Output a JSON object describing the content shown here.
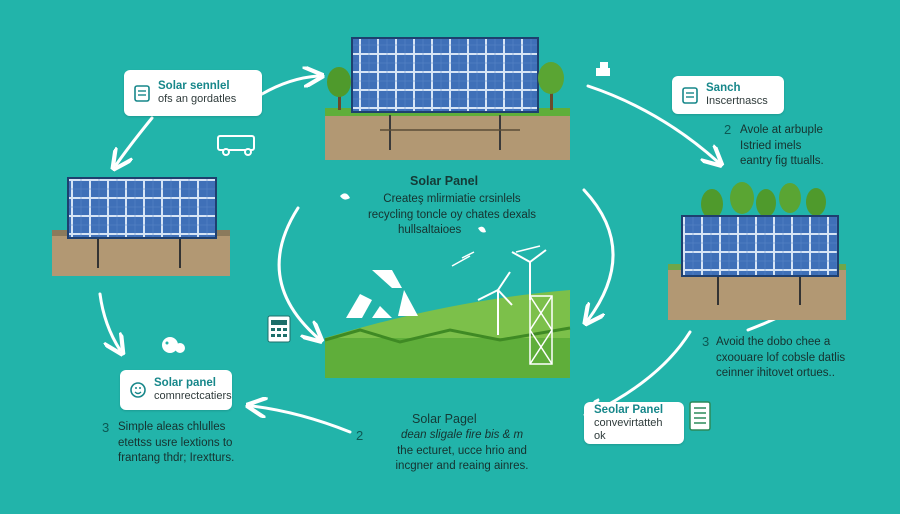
{
  "card_top_left": {
    "title": "Solar sennlel",
    "subtitle": "ofs an gordatles"
  },
  "card_top_right": {
    "title": "Sanch",
    "subtitle": "Inscertnascs"
  },
  "card_bottom_left": {
    "title": "Solar panel",
    "subtitle": "comnrectcatiers"
  },
  "card_bottom_right": {
    "title": "Seolar Panel",
    "subtitle": "convevirtatteh ok"
  },
  "top_right_text": {
    "number": "2",
    "lines": [
      "Avole at arbuple",
      "Istried imels",
      "eantry fig ttualls."
    ]
  },
  "center_top": {
    "title": "Solar Panel",
    "lines": [
      "Createş mlirmiatie crsinlels",
      "recycling toncle oy chates dexals",
      "hullsaltaioes"
    ]
  },
  "center_bottom": {
    "number": "2",
    "title": "Solar Pagel",
    "lines": [
      "dean sligale fire bis & m",
      "the ecturet, ucce hrio and",
      "incgner and reaing ainres."
    ]
  },
  "right_mid_text": {
    "number": "3",
    "lines": [
      "Avoid the dobo chee a",
      "cxoouare lof cobsle datlis",
      "ceinner ihitovet ortues.."
    ]
  },
  "left_bottom_text": {
    "number": "3",
    "lines": [
      "Simple aleas chlulles",
      "etettss usre lextions to",
      "frantang thdr; Irextturs."
    ]
  },
  "colors": {
    "background": "#22b4aa",
    "card": "#ffffff",
    "accent": "#17878a",
    "panel": "#2f5fa8",
    "grass": "#5fae3a",
    "soil": "#b29873"
  },
  "icons": [
    "clipboard-icon",
    "document-icon",
    "smile-person-icon",
    "calculator-icon",
    "recycle-icon",
    "wind-turbine-icon",
    "van-icon",
    "tree-icon"
  ]
}
